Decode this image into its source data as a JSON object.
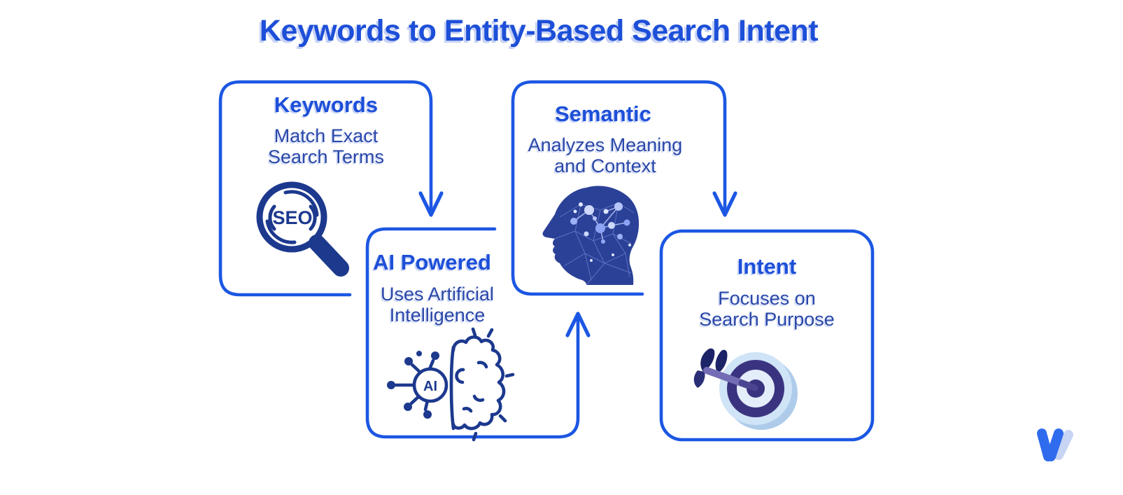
{
  "title": "Keywords to Entity-Based Search Intent",
  "boxes": [
    {
      "id": "keywords",
      "heading": "Keywords",
      "lines": [
        "Match Exact",
        "Search Terms"
      ],
      "icon": "seo-magnifier-icon"
    },
    {
      "id": "ai-powered",
      "heading": "AI Powered",
      "lines": [
        "Uses Artificial",
        "Intelligence"
      ],
      "icon": "ai-brain-icon"
    },
    {
      "id": "semantic",
      "heading": "Semantic",
      "lines": [
        "Analyzes Meaning",
        "and Context"
      ],
      "icon": "head-network-icon"
    },
    {
      "id": "intent",
      "heading": "Intent",
      "lines": [
        "Focuses on",
        "Search Purpose"
      ],
      "icon": "target-dart-icon"
    }
  ],
  "icons": {
    "seo_label": "SEO",
    "ai_label": "AI"
  },
  "flow": [
    {
      "from": "Keywords",
      "to": "AI Powered"
    },
    {
      "from": "AI Powered",
      "to": "Semantic"
    },
    {
      "from": "Semantic",
      "to": "Intent"
    }
  ],
  "colors": {
    "heading_blue": "#1d4fd8",
    "body_blue": "#2a47a8",
    "border_blue": "#1c57e3",
    "icon_navy": "#1c398e",
    "head_fill": "#2b4197",
    "target_indigo": "#3a3480",
    "target_light": "#cfe4f6",
    "dart_shaft": "#736db5",
    "fletching_navy": "#1c2366",
    "logo_blue": "#2f6bed",
    "logo_light": "#c7d4f4"
  }
}
